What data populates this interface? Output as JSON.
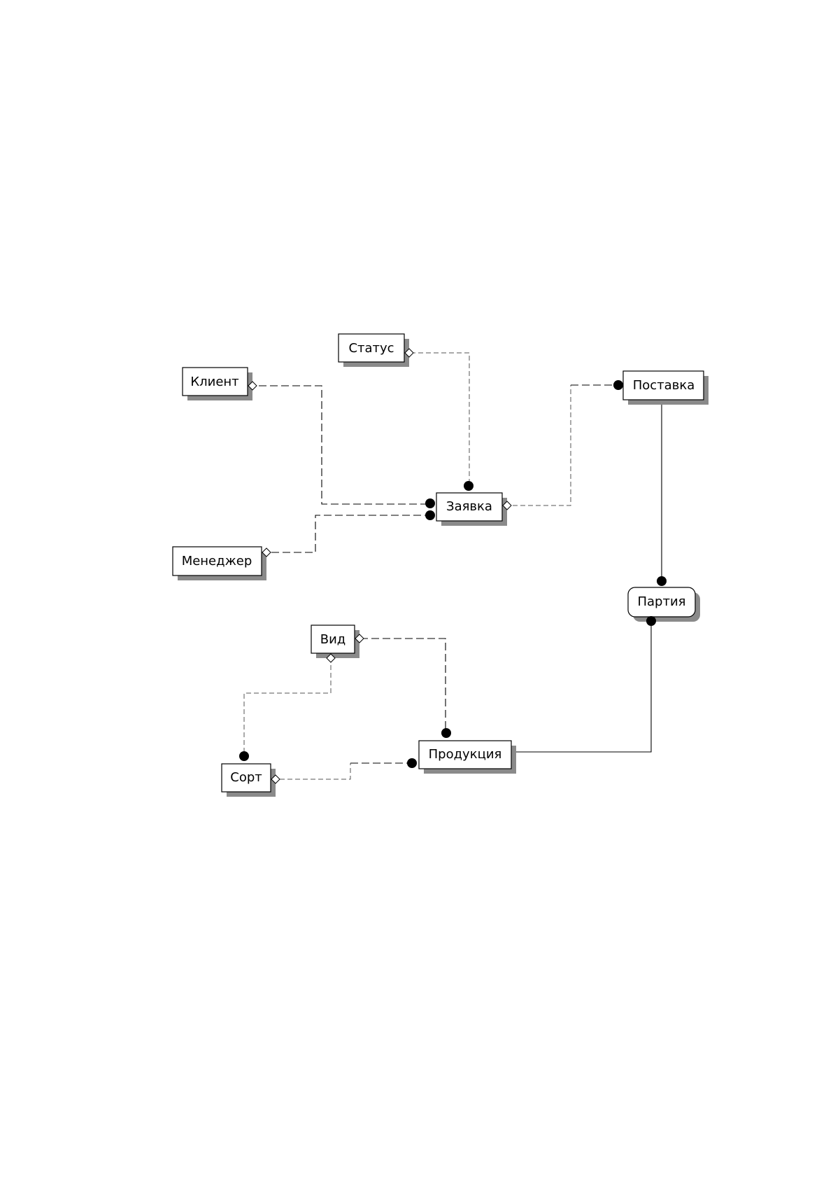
{
  "diagram": {
    "entities": {
      "status": "Статус",
      "client": "Клиент",
      "delivery": "Поставка",
      "order": "Заявка",
      "manager": "Менеджер",
      "batch": "Партия",
      "kind": "Вид",
      "product": "Продукция",
      "sort": "Сорт"
    }
  }
}
